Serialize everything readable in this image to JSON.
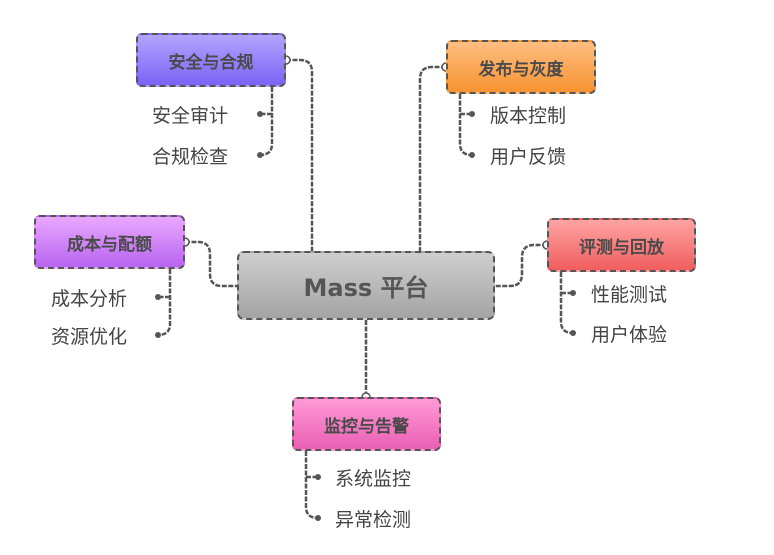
{
  "root": {
    "label": "Mass 平台",
    "color": "#b5b5b5"
  },
  "branches": [
    {
      "id": "security",
      "label": "安全与合规",
      "color": "#8f7af9",
      "children": [
        "安全审计",
        "合规检查"
      ]
    },
    {
      "id": "release",
      "label": "发布与灰度",
      "color": "#f9a24f",
      "children": [
        "版本控制",
        "用户反馈"
      ]
    },
    {
      "id": "cost",
      "label": "成本与配额",
      "color": "#cf84f7",
      "children": [
        "成本分析",
        "资源优化"
      ]
    },
    {
      "id": "evaluation",
      "label": "评测与回放",
      "color": "#f77b7b",
      "children": [
        "性能测试",
        "用户体验"
      ]
    },
    {
      "id": "monitoring",
      "label": "监控与告警",
      "color": "#f47bc6",
      "children": [
        "系统监控",
        "异常检测"
      ]
    }
  ]
}
